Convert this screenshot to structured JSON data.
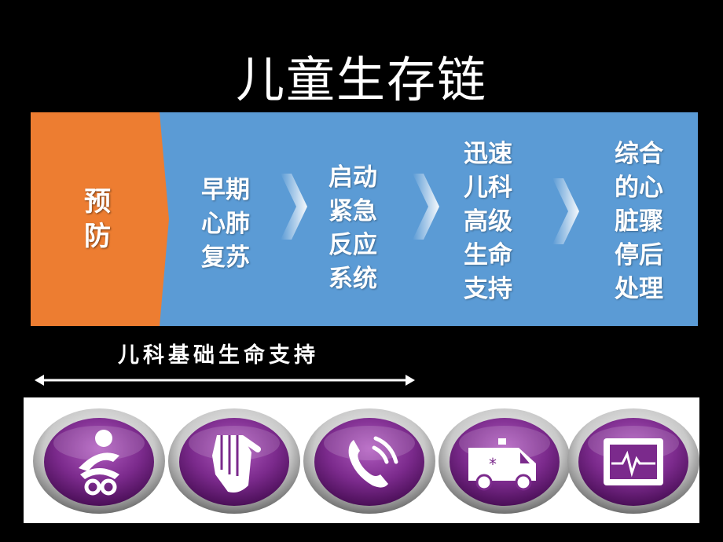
{
  "title": "儿童生存链",
  "prevention": {
    "label": "预\n防"
  },
  "steps": [
    {
      "label": "早期\n心肺\n复苏"
    },
    {
      "label": "启动\n紧急\n反应\n系统"
    },
    {
      "label": "迅速\n儿科\n高级\n生命\n支持"
    },
    {
      "label": "综合\n的心\n脏骤\n停后\n处理"
    }
  ],
  "bls": {
    "label": "儿科基础生命支持"
  },
  "icons": [
    "infant-icon",
    "cpr-hands-icon",
    "phone-icon",
    "ambulance-icon",
    "heart-monitor-icon"
  ],
  "colors": {
    "background": "#000000",
    "chain_blue": "#5b9bd5",
    "prevention_orange": "#ed7d31",
    "icon_purple": "#7b2a8c"
  }
}
